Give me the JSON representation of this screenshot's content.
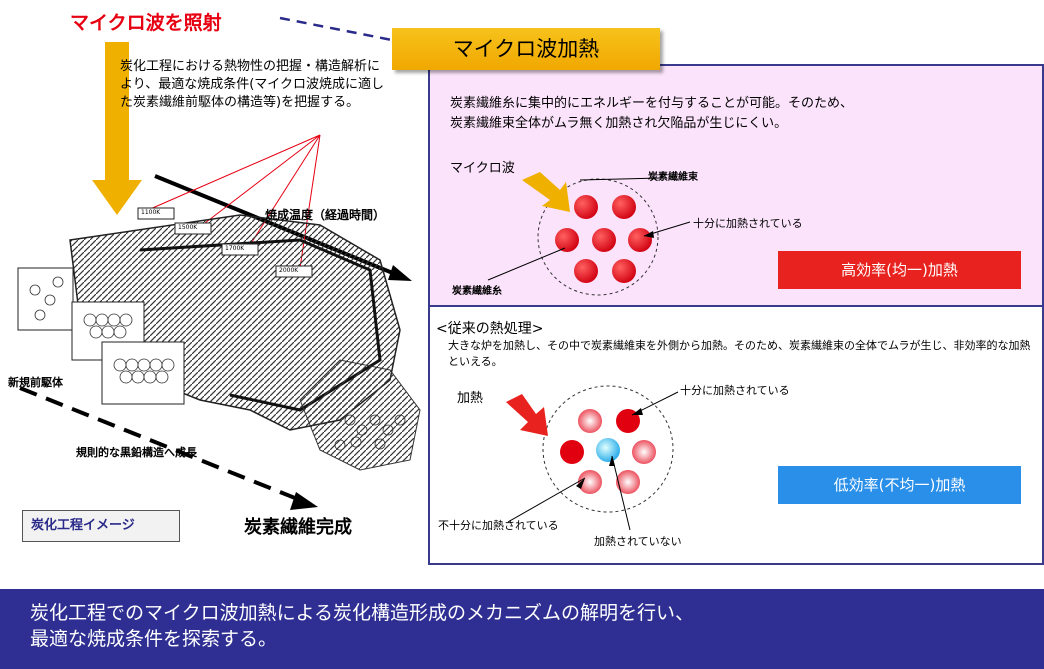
{
  "header": {
    "microwave_irradiation": "マイクロ波を照射",
    "tab_title": "マイクロ波加熱"
  },
  "left": {
    "description": "炭化工程における熱物性の把握・構造解析により、最適な焼成条件(マイクロ波焼成に適した炭素繊維前駆体の構造等)を把握する。",
    "temp_labels": [
      "1100K",
      "1500K",
      "1700K",
      "2000K"
    ],
    "firing_temp": "焼成温度（経過時間）",
    "new_precursor": "新規前駆体",
    "graphite_growth": "規則的な黒鉛構造へ成長",
    "carbonization_image": "炭化工程イメージ",
    "fiber_complete": "炭素繊維完成"
  },
  "microwave_panel": {
    "text_line1": "炭素繊維糸に集中的にエネルギーを付与することが可能。そのため、",
    "text_line2": "炭素繊維束全体がムラ無く加熱され欠陥品が生じにくい。",
    "microwave_label": "マイクロ波",
    "bundle_label": "炭素繊維束",
    "fully_heated": "十分に加熱されている",
    "fiber_label": "炭素繊維糸",
    "result": "高効率(均一)加熱"
  },
  "conventional_panel": {
    "title": "<従来の熱処理>",
    "text": "大きな炉を加熱し、その中で炭素繊維束を外側から加熱。そのため、炭素繊維束の全体でムラが生じ、非効率的な加熱といえる。",
    "heat_label": "加熱",
    "fully_heated": "十分に加熱されている",
    "insufficient": "不十分に加熱されている",
    "not_heated": "加熱されていない",
    "result": "低効率(不均一)加熱"
  },
  "bottom": {
    "line1": "炭化工程でのマイクロ波加熱による炭化構造形成のメカニズムの解明を行い、",
    "line2": "最適な焼成条件を探索する。"
  },
  "colors": {
    "accent_red": "#e60012",
    "gold": "#f0b000",
    "panel_pink": "#fbe3fb",
    "navy": "#2f2f93",
    "blue_button": "#2a8fe8",
    "red_button": "#e8231f"
  }
}
